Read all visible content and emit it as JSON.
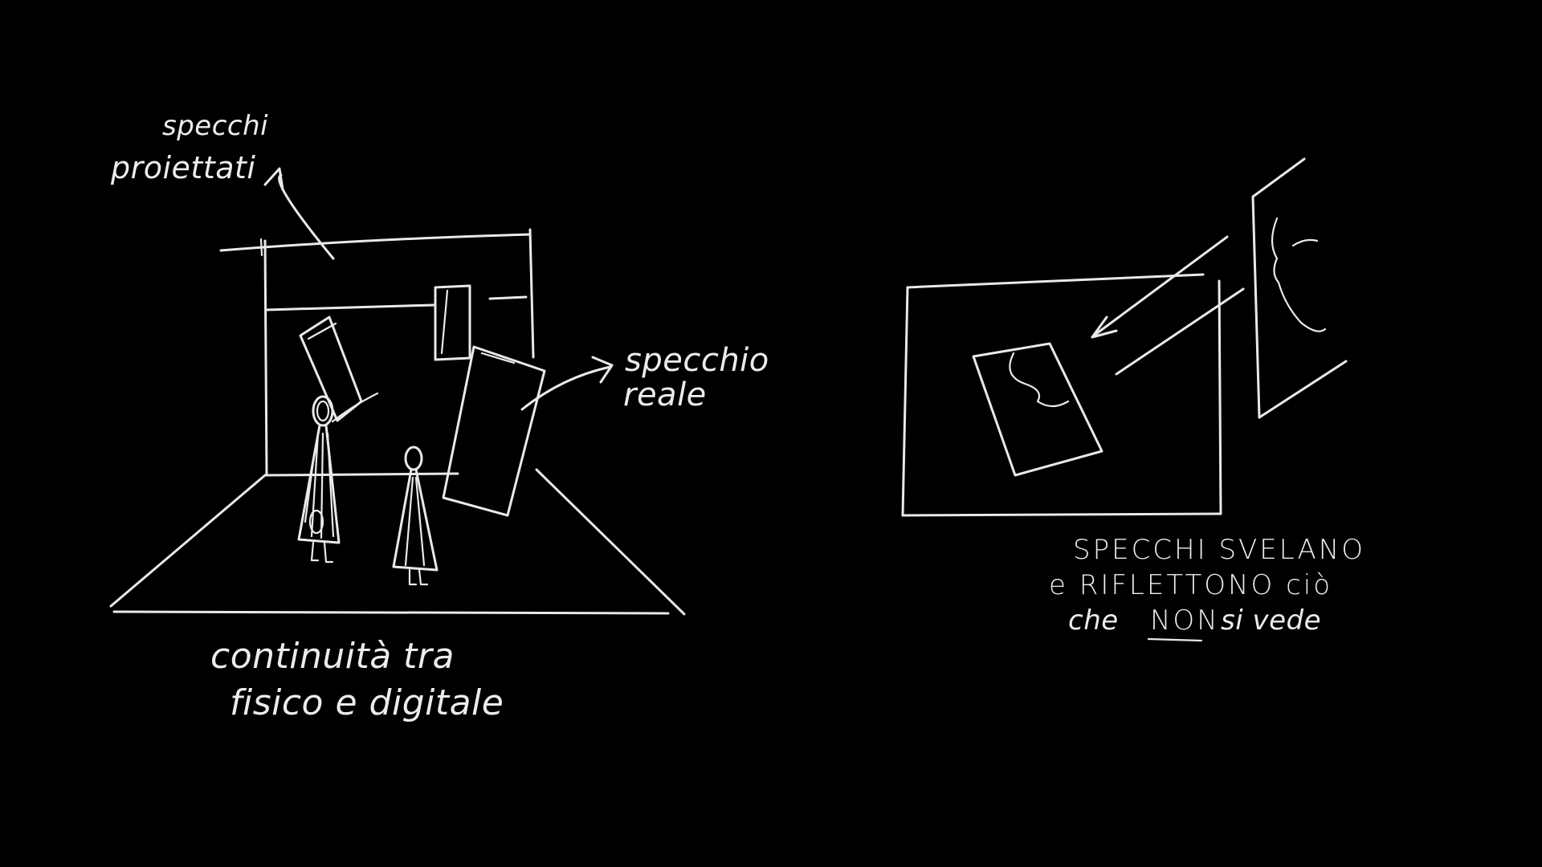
{
  "background_color": "#000000",
  "stroke_color": "#e9e9e9",
  "left_sketch": {
    "label_top": [
      "specchi",
      "proiettati"
    ],
    "label_mirror": [
      "specchio",
      "reale"
    ],
    "caption": [
      "continuità tra",
      "fisico e digitale"
    ]
  },
  "right_sketch": {
    "caption": {
      "line1": "SPECCHI SVELANO",
      "line2": "e RIFLETTONO ciò",
      "line3_before": "che",
      "line3_emph": "NON",
      "line3_after": "si vede"
    }
  }
}
